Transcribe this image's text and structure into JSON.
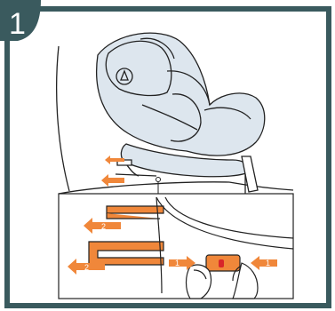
{
  "step": {
    "number": "1",
    "badge_color": "#3a5a5e",
    "frame_color": "#3a5a5e"
  },
  "colors": {
    "accent": "#f0873a",
    "seat_fill": "#dde6ee",
    "line": "#222222",
    "indicator_red": "#d8262a"
  },
  "arrows": {
    "overview_count": 2,
    "detail_left_upper": "2",
    "detail_left_lower": "2",
    "detail_buckle_left": "1",
    "detail_buckle_right": "1"
  }
}
